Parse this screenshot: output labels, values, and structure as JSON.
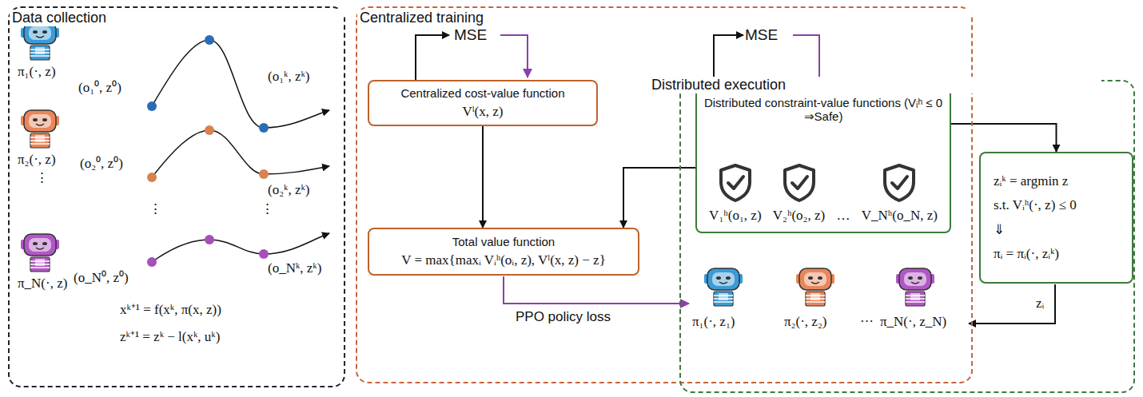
{
  "diagram": {
    "nodes": [
      {
        "text": [
          "Data collection"
        ]
      },
      {
        "text": [
          "Centralized training"
        ]
      },
      {
        "text": [
          "Distributed execution"
        ]
      },
      {
        "text": [
          "Centralized cost-value function",
          "Vˡ(x, z)"
        ],
        "in": 1
      },
      {
        "text": [
          "Total value function",
          "V = max{maxᵢ Vᵢʰ(oᵢ, z), Vˡ(x, z) − z}"
        ],
        "in": 1
      },
      {
        "text": [
          "Distributed constraint-value functions (Vᵢʰ ≤ 0 ⇒Safe)",
          "V₁ʰ(o₁, z)",
          "V₂ʰ(o₂, z)",
          "…",
          "V_Nʰ(o_N, z)"
        ],
        "in": 2
      },
      {
        "text": [
          "zᵢᵏ = argmin z",
          "s.t. Vᵢʰ(·, z) ≤ 0",
          "⇓",
          "πᵢ = πᵢ(·, zᵢᵏ)"
        ],
        "in": 2
      }
    ],
    "edges": [
      {
        "from": 3,
        "to": 4,
        "arrow": "to"
      },
      {
        "from": 5,
        "to": 4,
        "arrow": "to"
      },
      {
        "from": 5,
        "to": 6,
        "arrow": "to"
      }
    ],
    "labels": [
      "MSE",
      "MSE",
      "π₁(·, z)",
      "π₂(·, z)",
      "⋮",
      "π_N(·, z)",
      "(o₁⁰, z⁰)",
      "(o₁ᵏ, zᵏ)",
      "(o₂⁰, z⁰)",
      "(o₂ᵏ, zᵏ)",
      "⋮",
      "⋮",
      "(o_N⁰, z⁰)",
      "(o_Nᵏ, zᵏ)",
      "xᵏ⁺¹ = f(xᵏ, π(x, z))",
      "zᵏ⁺¹ = zᵏ − l(xᵏ, uᵏ)",
      "PPO policy loss",
      "π₁(·, z₁)",
      "π₂(·, z₂)",
      "···",
      "π_N(·, z_N)",
      "zᵢ"
    ]
  }
}
